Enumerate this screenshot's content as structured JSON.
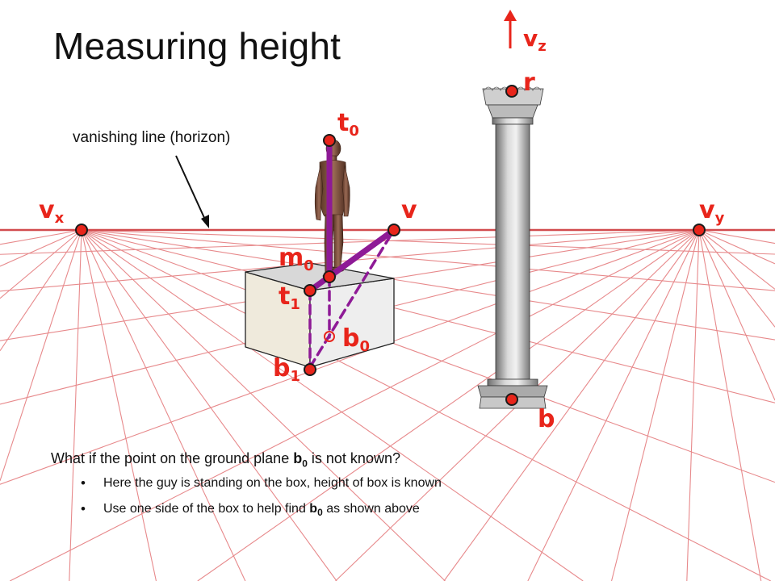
{
  "title": "Measuring height",
  "annotation": "vanishing line (horizon)",
  "caption": {
    "text_before": "What if the point on the ground plane ",
    "bold_main": "b",
    "bold_sub": "0",
    "text_after": " is not known?"
  },
  "bullets": [
    {
      "text_before": "Here the guy is standing on the box, height of box is known"
    },
    {
      "text_before": "Use one side of the box to help find ",
      "bold_main": "b",
      "bold_sub": "0",
      "text_after": " as shown above"
    }
  ],
  "points": {
    "vz": {
      "main": "v",
      "sub": "z"
    },
    "r": {
      "main": "r"
    },
    "t0": {
      "main": "t",
      "sub": "0"
    },
    "vx": {
      "main": "v",
      "sub": "x"
    },
    "v": {
      "main": "v"
    },
    "vy": {
      "main": "v",
      "sub": "y"
    },
    "m0": {
      "main": "m",
      "sub": "0"
    },
    "t1": {
      "main": "t",
      "sub": "1"
    },
    "b0": {
      "main": "b",
      "sub": "0"
    },
    "b1": {
      "main": "b",
      "sub": "1"
    },
    "b": {
      "main": "b"
    }
  },
  "colors": {
    "label": "#e8251b",
    "grid": "#d9575a",
    "construction": "#8e1a96",
    "point_fill": "#e8251b",
    "point_stroke": "#1a1a1a"
  }
}
